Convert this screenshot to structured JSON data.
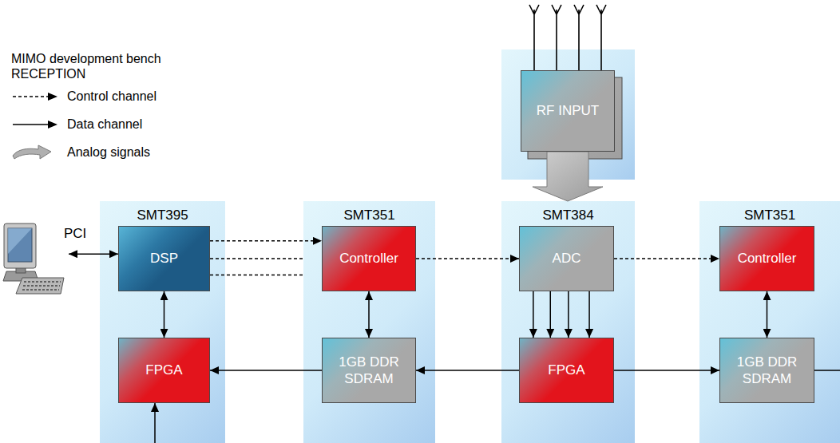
{
  "diagram": {
    "title": "MIMO development bench RECEPTION",
    "nodes": [
      {
        "text": [
          "SMT395"
        ]
      },
      {
        "text": [
          "DSP"
        ],
        "in": 0
      },
      {
        "text": [
          "FPGA"
        ],
        "in": 0
      },
      {
        "text": [
          "SMT351"
        ]
      },
      {
        "text": [
          "Controller"
        ],
        "in": 3
      },
      {
        "text": [
          "1GB DDR SDRAM"
        ],
        "in": 3
      },
      {
        "text": [
          "RF INPUT"
        ]
      },
      {
        "text": [
          "SMT384"
        ]
      },
      {
        "text": [
          "ADC"
        ],
        "in": 7
      },
      {
        "text": [
          "FPGA"
        ],
        "in": 7
      },
      {
        "text": [
          "SMT351"
        ]
      },
      {
        "text": [
          "Controller"
        ],
        "in": 10
      },
      {
        "text": [
          "1GB DDR SDRAM"
        ],
        "in": 10
      }
    ],
    "edges": [
      {
        "from": 1,
        "to": 4,
        "arrow": "to"
      },
      {
        "from": 1,
        "to": 3,
        "arrow": "none"
      },
      {
        "from": 1,
        "to": 3,
        "arrow": "none"
      },
      {
        "from": 4,
        "to": 8,
        "arrow": "to"
      },
      {
        "from": 8,
        "to": 11,
        "arrow": "to"
      },
      {
        "from": 1,
        "to": 2,
        "arrow": "both"
      },
      {
        "from": 4,
        "to": 5,
        "arrow": "both"
      },
      {
        "from": 8,
        "to": 9,
        "arrow": "to"
      },
      {
        "from": 8,
        "to": 9,
        "arrow": "to"
      },
      {
        "from": 8,
        "to": 9,
        "arrow": "to"
      },
      {
        "from": 8,
        "to": 9,
        "arrow": "to"
      },
      {
        "from": 11,
        "to": 12,
        "arrow": "both"
      },
      {
        "from": 5,
        "to": 2,
        "arrow": "to"
      },
      {
        "from": 9,
        "to": 5,
        "arrow": "to"
      },
      {
        "from": 9,
        "to": 12,
        "arrow": "to"
      },
      {
        "from": 6,
        "to": 7,
        "arrow": "to"
      }
    ],
    "labels": [
      "PCI"
    ],
    "legend": [
      {
        "text": "Control channel"
      },
      {
        "text": "Data channel"
      },
      {
        "text": "Analog signals"
      }
    ]
  }
}
